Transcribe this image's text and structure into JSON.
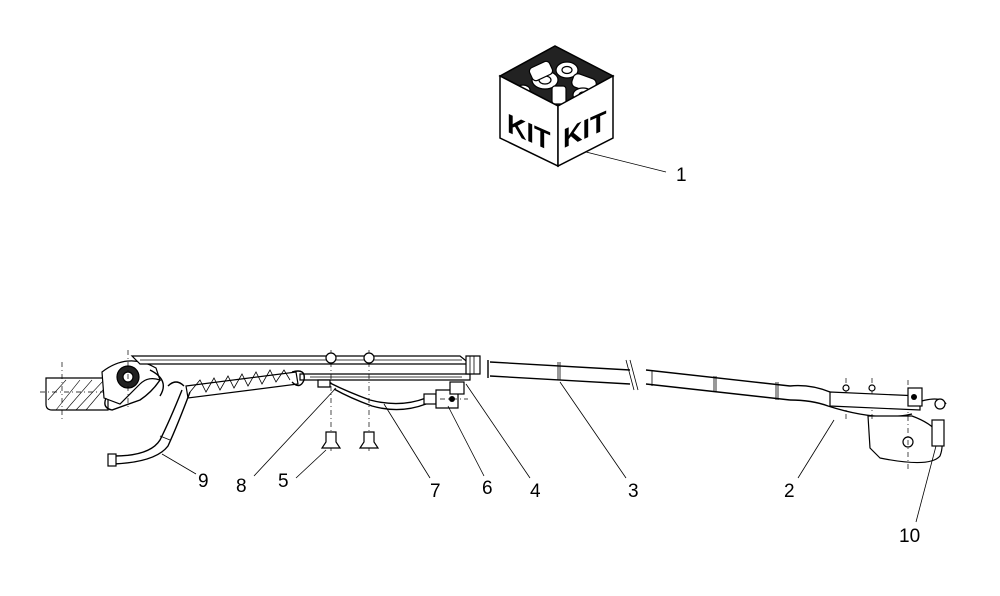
{
  "kit": {
    "face_left": "KIT",
    "face_right": "KIT"
  },
  "callouts": [
    {
      "id": "1",
      "label": "1"
    },
    {
      "id": "2",
      "label": "2"
    },
    {
      "id": "3",
      "label": "3"
    },
    {
      "id": "4",
      "label": "4"
    },
    {
      "id": "5",
      "label": "5"
    },
    {
      "id": "6",
      "label": "6"
    },
    {
      "id": "7",
      "label": "7"
    },
    {
      "id": "8",
      "label": "8"
    },
    {
      "id": "9",
      "label": "9"
    },
    {
      "id": "10",
      "label": "10"
    }
  ]
}
